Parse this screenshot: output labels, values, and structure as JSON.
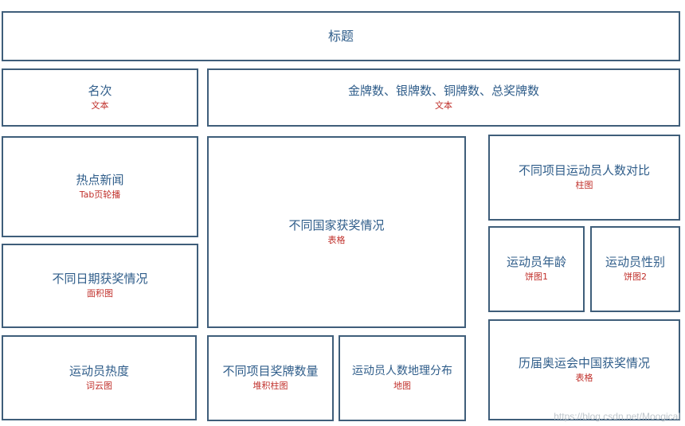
{
  "blocks": {
    "title": {
      "title": "标题"
    },
    "rank": {
      "title": "名次",
      "sub": "文本"
    },
    "medals": {
      "title": "金牌数、银牌数、铜牌数、总奖牌数",
      "sub": "文本"
    },
    "hot_news": {
      "title": "热点新闻",
      "sub": "Tab页轮播"
    },
    "country": {
      "title": "不同国家获奖情况",
      "sub": "表格"
    },
    "athletes_cmp": {
      "title": "不同项目运动员人数对比",
      "sub": "柱图"
    },
    "date_awards": {
      "title": "不同日期获奖情况",
      "sub": "面积图"
    },
    "age": {
      "title": "运动员年龄",
      "sub": "饼图1"
    },
    "gender": {
      "title": "运动员性别",
      "sub": "饼图2"
    },
    "heat": {
      "title": "运动员热度",
      "sub": "词云图"
    },
    "item_medals": {
      "title": "不同项目奖牌数量",
      "sub": "堆积柱图"
    },
    "geo": {
      "title": "运动员人数地理分布",
      "sub": "地图"
    },
    "china": {
      "title": "历届奥运会中国获奖情况",
      "sub": "表格"
    }
  },
  "watermark": "https://blog.csdn.net/Moogical"
}
